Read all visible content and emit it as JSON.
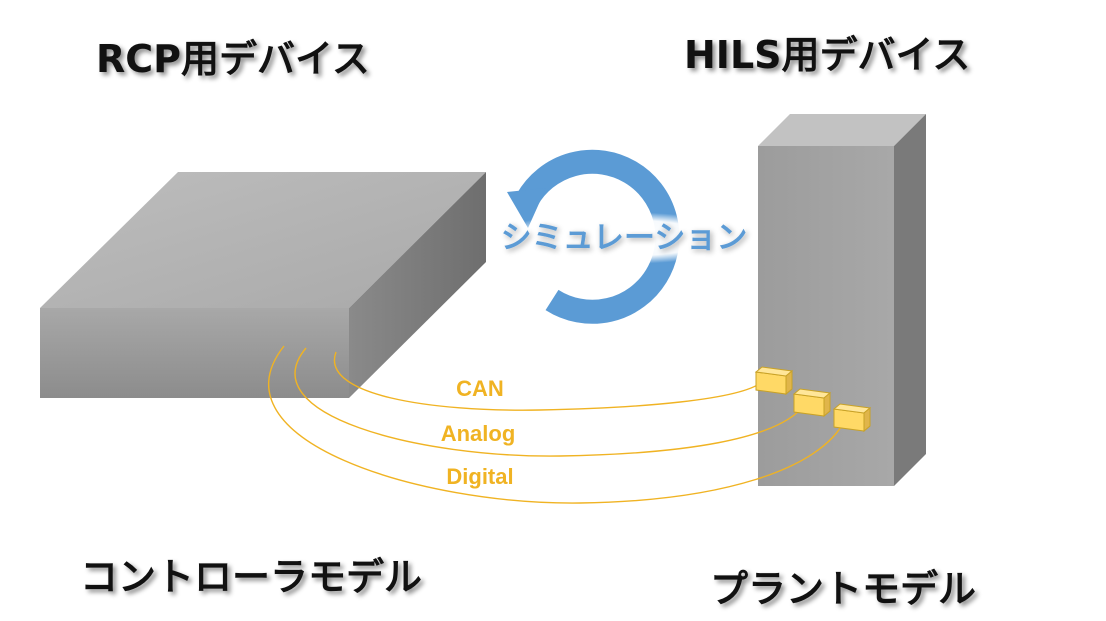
{
  "labels": {
    "rcp_device": "RCP用デバイス",
    "hils_device": "HILS用デバイス",
    "controller_model": "コントローラモデル",
    "plant_model": "プラントモデル",
    "simulation": "シミュレーション"
  },
  "signals": [
    "CAN",
    "Analog",
    "Digital"
  ],
  "colors": {
    "device_gray": "#9a9a9a",
    "signal_wire": "#f0b323",
    "connector": "#ffd966",
    "simulation_arrow": "#5b9bd5"
  }
}
